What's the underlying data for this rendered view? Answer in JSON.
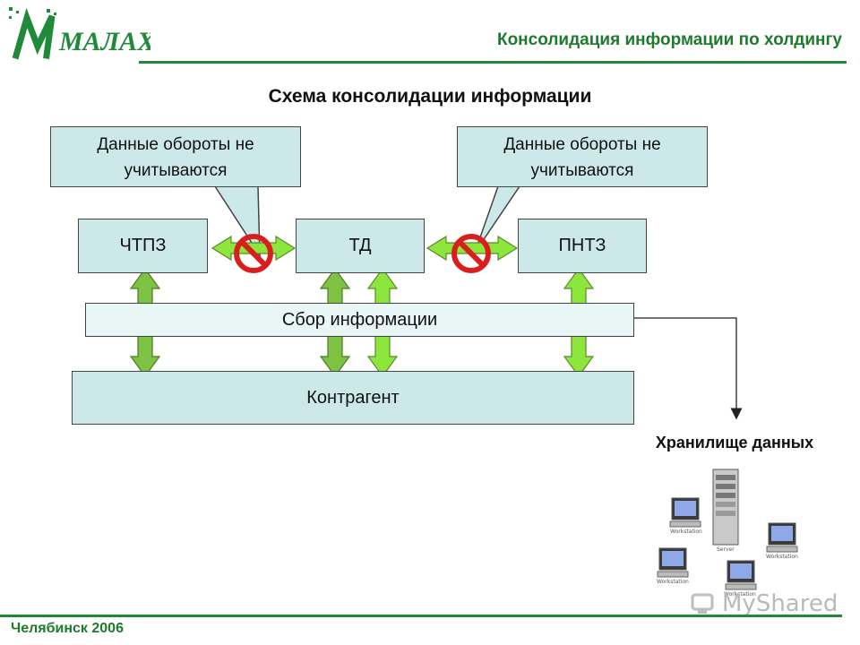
{
  "header": {
    "logo_text": "МАЛАХИТ",
    "title": "Консолидация информации по холдингу"
  },
  "diagram": {
    "title": "Схема консолидации информации",
    "callout_left": {
      "line1": "Данные обороты не",
      "line2": "учитываются"
    },
    "callout_right": {
      "line1": "Данные обороты не",
      "line2": "учитываются"
    },
    "nodes": {
      "chtpz": "ЧТПЗ",
      "td": "ТД",
      "pntz": "ПНТЗ",
      "collection": "Сбор информации",
      "counterparty": "Контрагент"
    },
    "storage": {
      "title": "Хранилище данных",
      "server_label": "Server",
      "workstation_label": "Workstation"
    },
    "colors": {
      "box_fill": "#cde8e8",
      "arrow_dark": "#7dc242",
      "arrow_light": "#8ce63c",
      "prohibit": "#d91e1e",
      "brand_green": "#1f8a3a"
    }
  },
  "footer": {
    "text": "Челябинск 2006"
  },
  "watermark": {
    "text": "MyShared"
  }
}
